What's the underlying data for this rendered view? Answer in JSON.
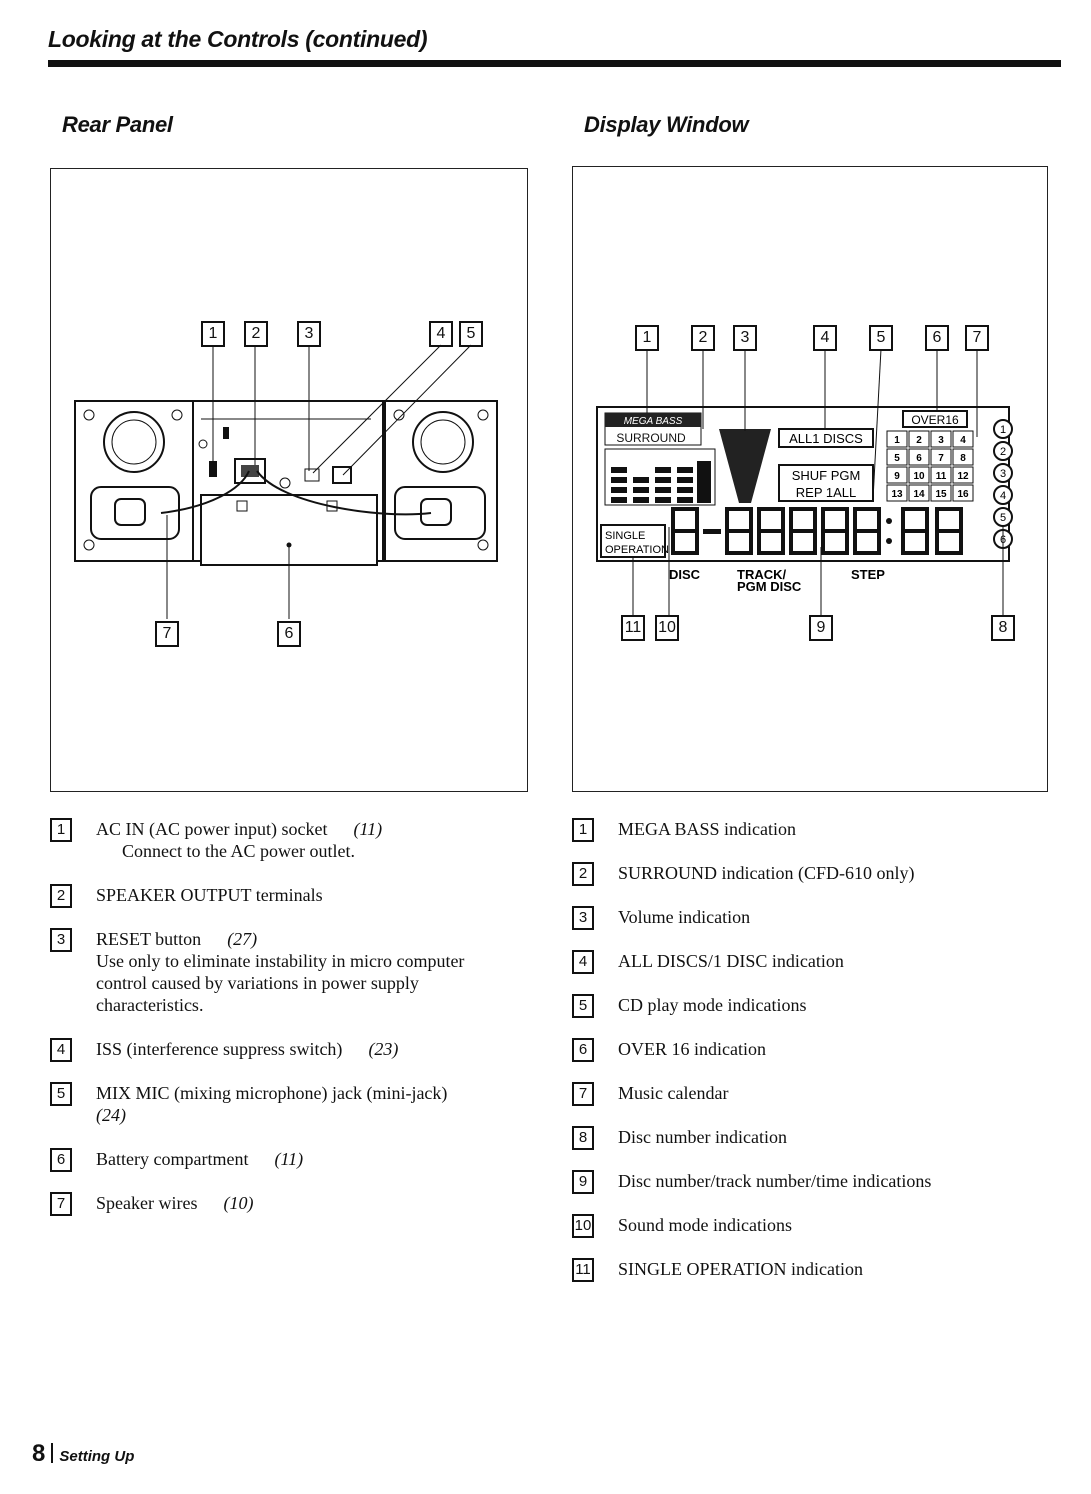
{
  "header": {
    "title": "Looking at the Controls (continued)"
  },
  "rear_panel": {
    "title": "Rear Panel",
    "callouts_top": [
      "1",
      "2",
      "3",
      "4",
      "5"
    ],
    "callouts_bottom": [
      "7",
      "6"
    ],
    "items": [
      {
        "num": "1",
        "label": "AC IN (AC power input) socket",
        "ref": "(11)",
        "desc": "Connect to the AC power outlet."
      },
      {
        "num": "2",
        "label": "SPEAKER OUTPUT terminals",
        "ref": "",
        "desc": ""
      },
      {
        "num": "3",
        "label": "RESET button",
        "ref": "(27)",
        "desc": "Use only to eliminate instability in micro computer control caused by variations in power supply characteristics."
      },
      {
        "num": "4",
        "label": "ISS (interference suppress switch)",
        "ref": "(23)",
        "desc": ""
      },
      {
        "num": "5",
        "label": "MIX MIC (mixing microphone) jack (mini-jack)",
        "ref": "",
        "desc": "(24)"
      },
      {
        "num": "6",
        "label": "Battery compartment",
        "ref": "(11)",
        "desc": ""
      },
      {
        "num": "7",
        "label": "Speaker wires",
        "ref": "(10)",
        "desc": ""
      }
    ]
  },
  "display_window": {
    "title": "Display Window",
    "callouts_top": [
      "1",
      "2",
      "3",
      "4",
      "5",
      "6",
      "7"
    ],
    "callouts_bottom": [
      "11",
      "10",
      "9",
      "8"
    ],
    "lcd": {
      "mega_bass": "MEGA BASS",
      "surround": "SURROUND",
      "all_discs": "ALL1 DISCS",
      "shuf_pgm": "SHUF PGM",
      "rep_all": "REP 1ALL",
      "over16": "OVER16",
      "calendar": [
        "1",
        "2",
        "3",
        "4",
        "5",
        "6",
        "7",
        "8",
        "9",
        "10",
        "11",
        "12",
        "13",
        "14",
        "15",
        "16"
      ],
      "disc_numbers": [
        "1",
        "2",
        "3",
        "4",
        "5",
        "6"
      ],
      "single_op_1": "SINGLE",
      "single_op_2": "OPERATION",
      "disc_label": "DISC",
      "track_label_1": "TRACK/",
      "track_label_2": "PGM DISC",
      "step_label": "STEP"
    },
    "items": [
      {
        "num": "1",
        "label": "MEGA BASS indication"
      },
      {
        "num": "2",
        "label": "SURROUND indication (CFD-610 only)"
      },
      {
        "num": "3",
        "label": "Volume indication"
      },
      {
        "num": "4",
        "label": "ALL DISCS/1 DISC indication"
      },
      {
        "num": "5",
        "label": "CD play mode indications"
      },
      {
        "num": "6",
        "label": "OVER 16 indication"
      },
      {
        "num": "7",
        "label": "Music calendar"
      },
      {
        "num": "8",
        "label": "Disc number indication"
      },
      {
        "num": "9",
        "label": "Disc number/track number/time indications"
      },
      {
        "num": "10",
        "label": "Sound mode indications"
      },
      {
        "num": "11",
        "label": "SINGLE OPERATION indication"
      }
    ]
  },
  "footer": {
    "page": "8",
    "section": "Setting Up"
  }
}
